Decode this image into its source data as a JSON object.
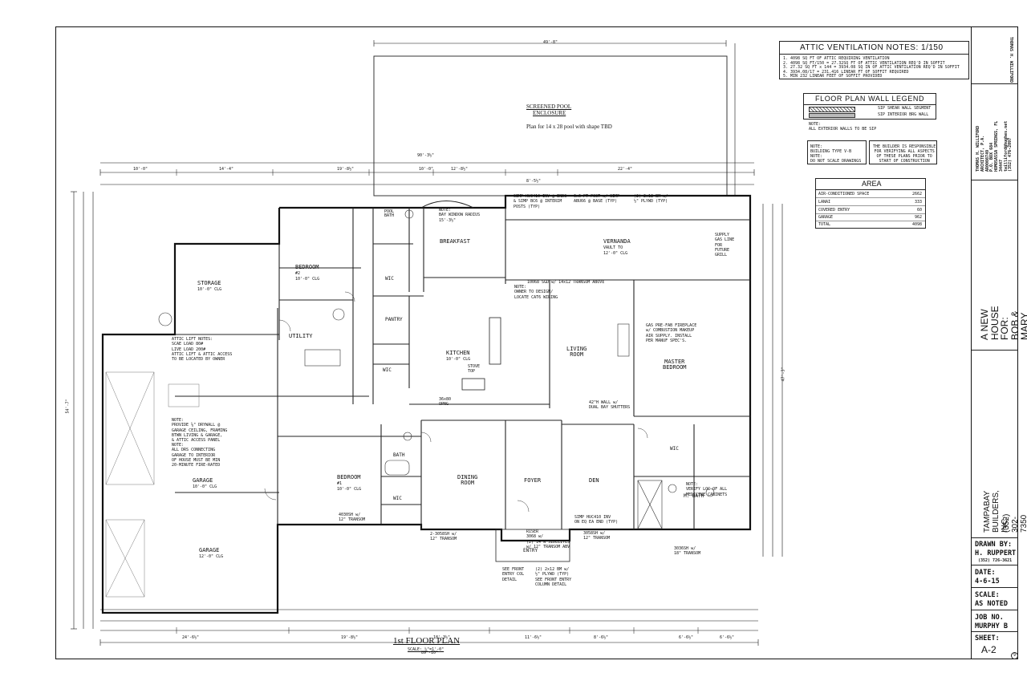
{
  "attic": {
    "title": "ATTIC VENTILATION NOTES: 1/150",
    "lines": [
      "1. 4098 SQ FT OF ATTIC REQUIRING VENTILATION",
      "2. 4098 SQ FT/150 = 27.32SQ FT OF ATTIC VENTILATION REQ'D IN SOFFIT",
      "3. 27.32 SQ FT x 144 = 3934.08 SQ IN OF ATTIC VENTILATION REQ'D IN SOFFIT",
      "4. 3934.08/17 = 231.416 LINEAR FT OF SOFFIT REQUIRED",
      "5. MIN 232 LINEAR FEET OF SOFFIT PROVIDED"
    ]
  },
  "legend": {
    "title": "FLOOR PLAN WALL LEGEND",
    "items": [
      "SIP SHEAR WALL SEGMENT",
      "SIP INTERIOR BRG WALL"
    ],
    "note": "NOTE:\nALL EXTERIOR WALLS TO BE SIP"
  },
  "notes": {
    "building": "NOTE:\nBUILDING TYPE V-B\nNOTE:\nDO NOT SCALE DRAWINGS",
    "builder": "THE BUILDER IS RESPONSIBLE\nFOR VERIFYING ALL ASPECTS\nOF THESE PLANS PRIOR TO\nSTART OF CONSTRUCTION"
  },
  "area": {
    "title": "AREA",
    "rows": [
      {
        "label": "AIR-CONDITIONED SPACE",
        "value": "2662"
      },
      {
        "label": "LANAI",
        "value": "333"
      },
      {
        "label": "COVERED ENTRY",
        "value": "60"
      },
      {
        "label": "GARAGE",
        "value": "962"
      },
      {
        "label": "TOTAL",
        "value": "4098"
      }
    ]
  },
  "architect": {
    "name": "THOMAS H. WILLIFORD",
    "info": [
      "THOMAS H. WILLIFORD",
      "ARCHITECT, P.A. AR0008749",
      "P.O. BOX 684",
      "HOMOSASSA SPRINGS, FL 34447",
      "twilliford@hughes.net",
      "(352) 476-2097"
    ]
  },
  "project": {
    "line1": "A NEW HOUSE FOR:",
    "line2": "BOB & MARY ANN MURPHY"
  },
  "builder": {
    "name": "TAMPABAY BUILDERS, INC.",
    "phone": "(352) 302-7350"
  },
  "titleblock": {
    "drawn_label": "DRAWN BY:",
    "drawn_value": "H. RUPPERT",
    "drawn_phone": "(352) 726-3621",
    "date_label": "DATE:",
    "date_value": "4-6-15",
    "scale_label": "SCALE:",
    "scale_value": "AS NOTED",
    "job_label": "JOB NO.",
    "job_value": "MURPHY B",
    "sheet_label": "SHEET:",
    "sheet_value": "A-2",
    "sheet_index": "9"
  },
  "plan": {
    "title": "1st FLOOR PLAN",
    "scale": "SCALE: ¼\"=1'-0\"",
    "pool_title": "SCREENED POOL",
    "pool_sub": "ENCLOSURE",
    "pool_note": "Plan for 14 x 28 pool with shape TBD",
    "rooms": [
      {
        "key": "storage",
        "name": "STORAGE",
        "sub": "10'-0\" CLG"
      },
      {
        "key": "bedroom2",
        "name": "BEDROOM",
        "sub": "#2\n10'-0\" CLG"
      },
      {
        "key": "utility",
        "name": "UTILITY",
        "sub": ""
      },
      {
        "key": "poolbath",
        "name": "POOL",
        "sub": "BATH"
      },
      {
        "key": "breakfast",
        "name": "BREAKFAST",
        "sub": ""
      },
      {
        "key": "vernanda",
        "name": "VERNANDA",
        "sub": "VAULT TO\n12'-0\" CLG"
      },
      {
        "key": "pantry",
        "name": "PANTRY",
        "sub": ""
      },
      {
        "key": "kitchen",
        "name": "KITCHEN",
        "sub": "10'-0\" CLG"
      },
      {
        "key": "living",
        "name": "LIVING",
        "sub": "ROOM"
      },
      {
        "key": "master",
        "name": "MASTER",
        "sub": "BEDROOM"
      },
      {
        "key": "garage1",
        "name": "GARAGE",
        "sub": "10'-0\" CLG"
      },
      {
        "key": "garage2",
        "name": "GARAGE",
        "sub": "12'-0\" CLG"
      },
      {
        "key": "bedroom1",
        "name": "BEDROOM",
        "sub": "#1\n10'-0\" CLG"
      },
      {
        "key": "bath",
        "name": "BATH",
        "sub": ""
      },
      {
        "key": "dining",
        "name": "DINING",
        "sub": "ROOM"
      },
      {
        "key": "foyer",
        "name": "FOYER",
        "sub": ""
      },
      {
        "key": "den",
        "name": "DEN",
        "sub": ""
      },
      {
        "key": "mbath",
        "name": "M. BATH",
        "sub": ""
      },
      {
        "key": "entry",
        "name": "ENTRY",
        "sub": ""
      },
      {
        "key": "wic1",
        "name": "WIC",
        "sub": ""
      },
      {
        "key": "wic2",
        "name": "WIC",
        "sub": ""
      },
      {
        "key": "wic3",
        "name": "WIC",
        "sub": ""
      },
      {
        "key": "wic4",
        "name": "WIC",
        "sub": ""
      }
    ],
    "dimensions": {
      "overall_top": "49'-8\"",
      "overall_bottom": "89'-10\"",
      "top_segments": [
        "10'-0\"",
        "14'-4\"",
        "19'-8½\"",
        "10'-0\"",
        "12'-8½\"",
        "8'-5½\"",
        "22'-4\""
      ],
      "bottom_segments": [
        "24'-6½\"",
        "19'-8½\"",
        "18'-3½\"",
        "11'-6½\"",
        "8'-6½\"",
        "6'-6½\"",
        "6'-6½\""
      ],
      "left_total": "54'-7\"",
      "right_total": "47'-3\"",
      "pool_width": "90'-3½\""
    },
    "notes": [
      "ATTIC LIFT NOTES:\nSCAE LOAD 80#\nLIVE LOAD 200#\nATTIC LIFT & ATTIC ACCESS\nTO BE LOCATED BY OWNER",
      "NOTE:\nPROVIDE ⅝\" DRYWALL @\nGARAGE CEILING, FRAMING\nBTWN LIVING & GARAGE,\n& ATTIC ACCESS PANEL",
      "NOTE:\nALL DRS CONNECTING\nGARAGE TO INTERIOR\nOF HOUSE MUST BE MIN\n20-MINUTE FIRE-RATED",
      "GAS PRE-FAB FIREPLACE\nw/ COMBUSTION MAKEUP\nAIR SUPPLY. INSTALL\nPER MANUF SPEC'S.",
      "NOTE:\nOWNER TO DESIGN/\nLOCATE CAT6 WIRING",
      "NOTE:\nVERIFY LOC OF ALL\nMEDICINE CABINETS",
      "SEE FRONT\nENTRY COL\nDETAIL",
      "(2) 2x12 BM w/\n½\" PLYWD (TYP)\nSEE FRONT ENTRY\nCOLUMN DETAIL",
      "SIMP HUC410 INV\nON EQ EA END (TYP)",
      "SIMP HUC410 INV @ ENDS\n& SIMP BC6 @ INTERIM\nPOSTS (TYP)",
      "6x6 PT POST w/ SIMP\nABU66 @ BASE (TYP)",
      "(2) 2x12 BM w/\n½\" PLYWD (TYP)",
      "42\"H WALL w/\nDUAL BAY SHUTTERS",
      "SUPPLY\nGAS LINE\nFOR\nFUTURE\nGRILL",
      "STOVE\nTOP",
      "36x80\nOPNG",
      "NOTE:\nBAY WINDOW RADIUS\n15'-3½\"",
      "2-3058SH w/\n12\" TRANSOM",
      "3058SH w/\n12\" TRANSOM",
      "3036SH w/\n18\" TRANSOM",
      "4030SH w/\n12\" TRANSOM",
      "10068 SGD w/ 14x12 TRANSOM ABOVE",
      "RISER\n3068 w/\n(2) 14\"W SIDELITES\nw/ 12\" TRANSOM ABV"
    ]
  }
}
